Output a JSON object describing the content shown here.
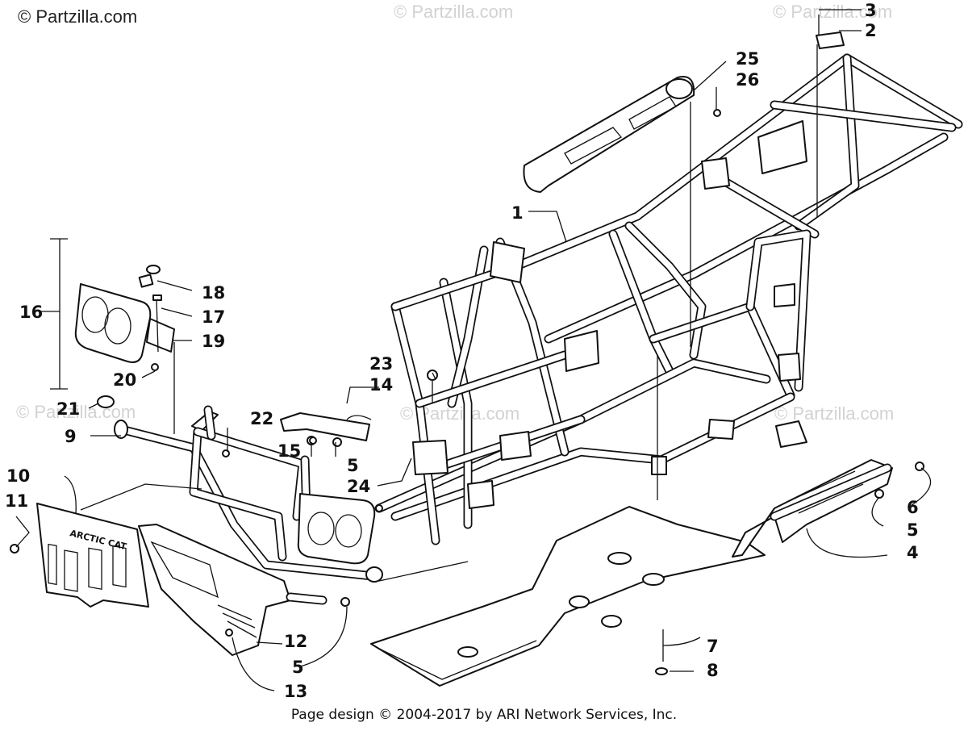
{
  "watermark": {
    "main": "© Partzilla.com",
    "faint": "© Partzilla.com"
  },
  "footer": "Page design © 2004-2017 by ARI Network Services, Inc.",
  "callouts": [
    "1",
    "2",
    "3",
    "4",
    "5",
    "5",
    "5",
    "6",
    "7",
    "8",
    "9",
    "10",
    "11",
    "12",
    "13",
    "14",
    "15",
    "16",
    "17",
    "18",
    "19",
    "20",
    "21",
    "22",
    "23",
    "24",
    "25",
    "26"
  ],
  "brand_text": "ARCTIC CAT"
}
